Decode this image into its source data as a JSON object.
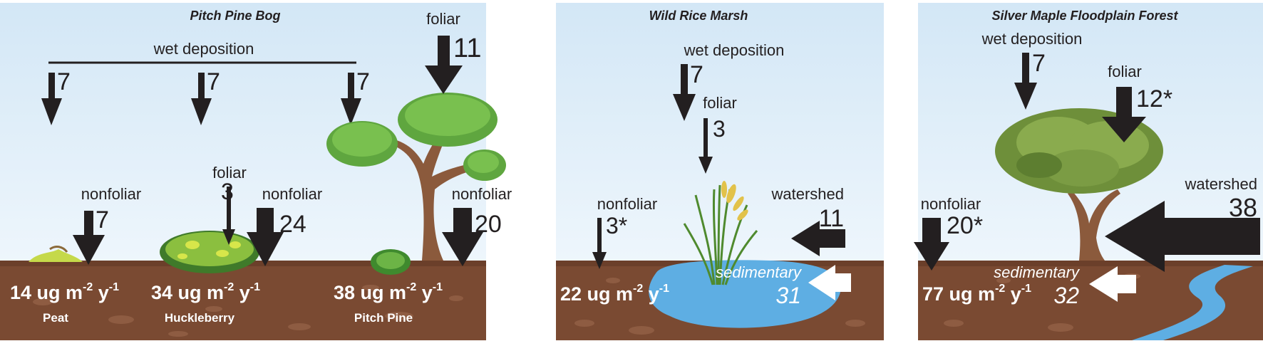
{
  "panels": [
    {
      "title": "Pitch Pine Bog",
      "wet_deposition_label": "wet deposition",
      "wet_values": [
        "7",
        "7",
        "7"
      ],
      "foliar_tree_label": "foliar",
      "foliar_tree_value": "11",
      "foliar_shrub_label": "foliar",
      "foliar_shrub_value": "3",
      "nonfoliar_peat_label": "nonfoliar",
      "nonfoliar_peat_value": "7",
      "nonfoliar_shrub_label": "nonfoliar",
      "nonfoliar_shrub_value": "24",
      "nonfoliar_tree_label": "nonfoliar",
      "nonfoliar_tree_value": "20",
      "totals": [
        {
          "value": "14 ug m",
          "exp1": "-2",
          "mid": " y",
          "exp2": "-1",
          "name": "Peat"
        },
        {
          "value": "34 ug m",
          "exp1": "-2",
          "mid": " y",
          "exp2": "-1",
          "name": "Huckleberry"
        },
        {
          "value": "38 ug m",
          "exp1": "-2",
          "mid": " y",
          "exp2": "-1",
          "name": "Pitch Pine"
        }
      ]
    },
    {
      "title": "Wild Rice Marsh",
      "wet_deposition_label": "wet deposition",
      "wet_value": "7",
      "foliar_label": "foliar",
      "foliar_value": "3",
      "nonfoliar_label": "nonfoliar",
      "nonfoliar_value": "3*",
      "watershed_label": "watershed",
      "watershed_value": "11",
      "sedimentary_label": "sedimentary",
      "sedimentary_value": "31",
      "total": {
        "value": "22 ug m",
        "exp1": "-2",
        "mid": " y",
        "exp2": "-1"
      }
    },
    {
      "title": "Silver Maple Floodplain Forest",
      "wet_deposition_label": "wet deposition",
      "wet_value": "7",
      "foliar_label": "foliar",
      "foliar_value": "12*",
      "nonfoliar_label": "nonfoliar",
      "nonfoliar_value": "20*",
      "watershed_label": "watershed",
      "watershed_value": "38",
      "sedimentary_label": "sedimentary",
      "sedimentary_value": "32",
      "total": {
        "value": "77 ug m",
        "exp1": "-2",
        "mid": " y",
        "exp2": "-1"
      }
    }
  ],
  "colors": {
    "sky_top": "#d6e9f7",
    "sky_bottom": "#eef6fc",
    "soil": "#7a4a32",
    "soil_dark": "#5e3523",
    "water": "#5eaee3",
    "arrow": "#231f20",
    "leaf": "#6cb446",
    "leaf_dark": "#3f8a2e",
    "trunk": "#8b5a3c",
    "maple_leaf": "#7a9a45"
  }
}
